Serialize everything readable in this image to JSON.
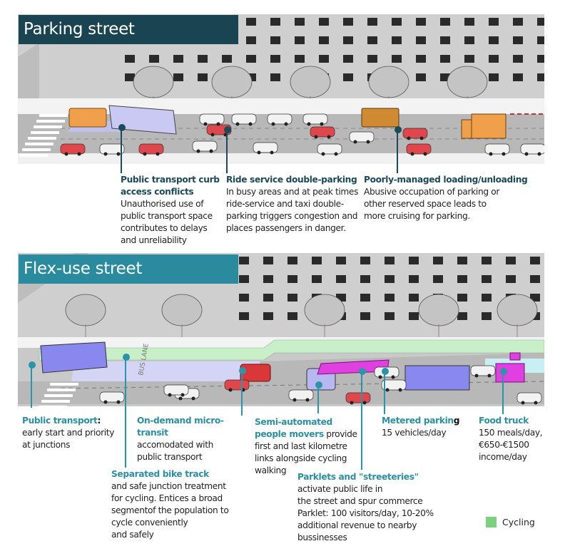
{
  "scene_parking": {
    "title": "Parking street",
    "callouts": [
      {
        "heading": "Public transport curb access conflicts",
        "heading_lines": [
          "Public transport curb",
          "access conflicts"
        ],
        "body_lines": [
          "Unauthorised use of",
          "public transport space",
          "contributes to delays",
          "and unreliability"
        ]
      },
      {
        "heading": "Ride service double-parking",
        "body_lines": [
          "In busy areas and at peak times",
          "ride-service and taxi double-",
          "parking triggers congestion and",
          "places passengers in danger."
        ]
      },
      {
        "heading": "Poorly-managed loading/unloading",
        "body_lines": [
          "Abusive occupation of parking or",
          "other reserved space leads to",
          "more cruising for parking."
        ]
      }
    ]
  },
  "scene_flex": {
    "title": "Flex-use street",
    "road_marking": "BUS LANE",
    "callouts": [
      {
        "heading": "Public transport",
        "heading_suffix": ":",
        "body_lines": [
          "early start and priority",
          "at junctions"
        ]
      },
      {
        "heading": "On-demand micro-transit",
        "body_lines": [
          "accomodated with",
          "public transport"
        ]
      },
      {
        "heading_lines": [
          "Semi-automated",
          "people movers"
        ],
        "heading_tail": " provide",
        "body_lines": [
          "first and last kilometre",
          "links alongside cycling",
          "walking"
        ]
      },
      {
        "heading": "Metered parkin",
        "heading_suffix": "g",
        "body_lines": [
          "15 vehicles/day"
        ]
      },
      {
        "heading": "Food truck",
        "body_lines": [
          "150 meals/day,",
          "€650-€1500",
          "income/day"
        ]
      },
      {
        "heading": "Separated bike track",
        "body_lines": [
          "and safe junction treatment",
          "for cycling. Entices a broad",
          "segmentof the population to",
          "cycle conveniently",
          "and safely"
        ]
      },
      {
        "heading": "Parklets and \"streeteries\"",
        "body_lines": [
          "activate public life in",
          "the street and spur commerce",
          "Parklet: 100 visitors/day, 10-20%",
          "additional revenue to nearby",
          "bussinesses"
        ]
      }
    ]
  },
  "legend": {
    "label": "Cycling",
    "color": "#7dd07d"
  },
  "colors": {
    "dark_teal": "#1a4452",
    "teal": "#2a8a9e",
    "car_red": "#e0474c",
    "truck_orange": "#f0a04a",
    "bus_blue": "#8888ee",
    "food_truck_magenta": "#e040e0",
    "bike_green": "#c8f0c8",
    "bus_lane": "#d0d0f4"
  }
}
